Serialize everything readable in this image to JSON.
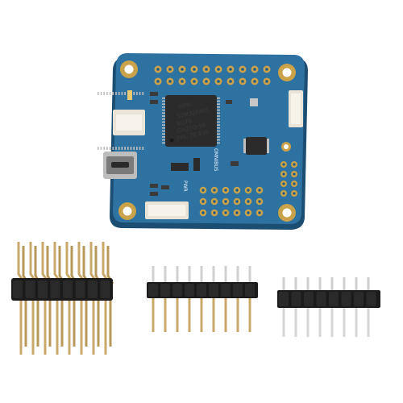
{
  "photo": {
    "subject": "flight-controller-board-with-pin-headers",
    "colors": {
      "background": "#ffffff",
      "pcb": "#2d6f9e",
      "pcb_dark": "#1f5a86",
      "pad_gold": "#c9a24a",
      "chip": "#2b2b2b",
      "connector": "#f2efe6",
      "header_plastic": "#1b1b1b",
      "pin_gold": "#c8a96a",
      "pin_silver": "#d0d0d0"
    }
  },
  "board": {
    "mcu_markings": {
      "brand": "ARM",
      "line1": "STM32F405",
      "line2": "RGT6",
      "line3": "GH27Q 9R",
      "line4": "PHL 7B 830"
    },
    "silkscreen": {
      "name": "OMNIBUS",
      "label_pwr": "PWR"
    }
  }
}
